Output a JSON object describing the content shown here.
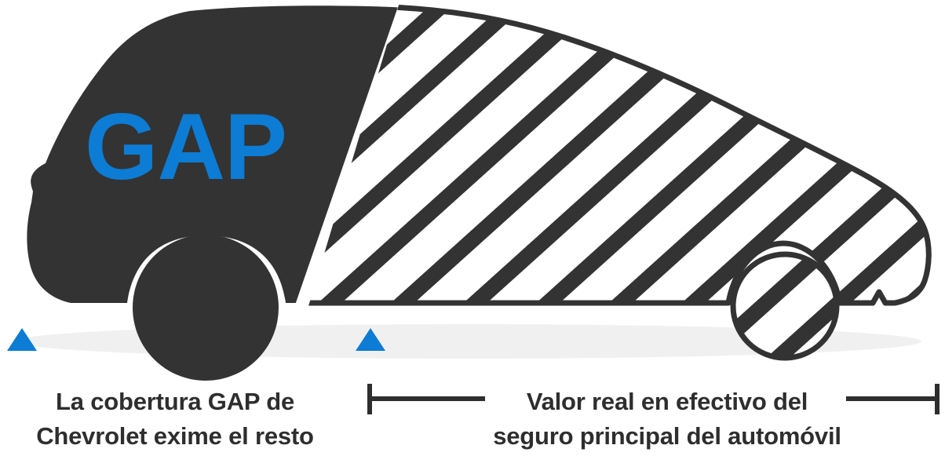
{
  "graphic": {
    "type": "gap-insurance-coverage-diagram",
    "vehicle_label": "GAP",
    "colors": {
      "accent_blue": "#0c7cd5",
      "body_dark": "#333333",
      "outline_dark": "#333333",
      "shadow_gray": "#f0f0f0",
      "text_dark": "#2e2e2e",
      "background": "#ffffff"
    }
  },
  "markers": {
    "left_marker_name": "gap-start-marker",
    "right_marker_name": "actual-cash-value-start-marker"
  },
  "captions": {
    "left": {
      "line1": "La cobertura GAP de",
      "line2": "Chevrolet exime el resto"
    },
    "right": {
      "line1": "Valor real en efectivo del",
      "line2": "seguro principal del automóvil"
    }
  }
}
